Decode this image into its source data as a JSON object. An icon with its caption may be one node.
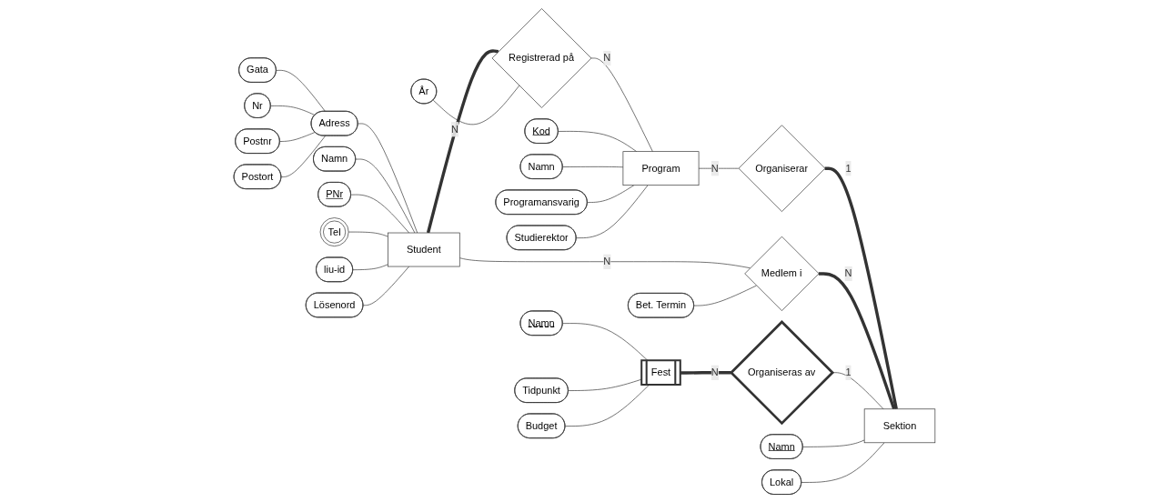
{
  "diagram": {
    "nodes": [
      {
        "text": [
          "Gata"
        ]
      },
      {
        "text": [
          "Namn"
        ]
      },
      {
        "text": [
          "PNr"
        ]
      },
      {
        "text": [
          "Tel"
        ]
      },
      {
        "text": [
          "År"
        ]
      },
      {
        "text": [
          "Kod"
        ]
      },
      {
        "text": [
          "Namn"
        ]
      },
      {
        "text": [
          "Nr"
        ]
      },
      {
        "text": [
          "Adress"
        ]
      },
      {
        "text": [
          "Student"
        ]
      },
      {
        "text": [
          "Registrerad på"
        ]
      },
      {
        "text": [
          "Program"
        ]
      },
      {
        "text": [
          "Programansvarig"
        ]
      },
      {
        "text": [
          "Postnr"
        ]
      },
      {
        "text": [
          "Postort"
        ]
      },
      {
        "text": [
          "Studierektor"
        ]
      },
      {
        "text": [
          "liu-id"
        ]
      },
      {
        "text": [
          "Lösenord"
        ]
      },
      {
        "text": [
          "Medlem i"
        ]
      },
      {
        "text": [
          "Bet. Termin"
        ]
      },
      {
        "text": [
          "Organiserar"
        ]
      },
      {
        "text": [
          "Namn"
        ]
      },
      {
        "text": [
          "Fest"
        ]
      },
      {
        "text": [
          "Organiseras av"
        ]
      },
      {
        "text": [
          "Sektion"
        ]
      },
      {
        "text": [
          "Namn"
        ]
      },
      {
        "text": [
          "Tidpunkt"
        ]
      },
      {
        "text": [
          "Lokal"
        ]
      },
      {
        "text": [
          "Budget"
        ]
      }
    ],
    "edges": [
      {
        "from": 0,
        "to": 8,
        "arrow": "none"
      },
      {
        "from": 7,
        "to": 8,
        "arrow": "none"
      },
      {
        "from": 13,
        "to": 8,
        "arrow": "none"
      },
      {
        "from": 14,
        "to": 8,
        "arrow": "none"
      },
      {
        "from": 8,
        "to": 9,
        "arrow": "none"
      },
      {
        "from": 1,
        "to": 9,
        "arrow": "none"
      },
      {
        "from": 2,
        "to": 9,
        "arrow": "none"
      },
      {
        "from": 3,
        "to": 9,
        "arrow": "none"
      },
      {
        "from": 16,
        "to": 9,
        "arrow": "none"
      },
      {
        "from": 17,
        "to": 9,
        "arrow": "none"
      },
      {
        "from": 9,
        "to": 10,
        "arrow": "none",
        "label": "N",
        "style": "thick"
      },
      {
        "from": 4,
        "to": 10,
        "arrow": "none"
      },
      {
        "from": 10,
        "to": 11,
        "arrow": "none",
        "label": "N"
      },
      {
        "from": 5,
        "to": 11,
        "arrow": "none"
      },
      {
        "from": 6,
        "to": 11,
        "arrow": "none"
      },
      {
        "from": 12,
        "to": 11,
        "arrow": "none"
      },
      {
        "from": 15,
        "to": 11,
        "arrow": "none"
      },
      {
        "from": 11,
        "to": 20,
        "arrow": "none",
        "label": "N"
      },
      {
        "from": 20,
        "to": 24,
        "arrow": "none",
        "label": "1",
        "style": "thick"
      },
      {
        "from": 9,
        "to": 18,
        "arrow": "none",
        "label": "N"
      },
      {
        "from": 19,
        "to": 18,
        "arrow": "none"
      },
      {
        "from": 18,
        "to": 24,
        "arrow": "none",
        "label": "N",
        "style": "thick"
      },
      {
        "from": 21,
        "to": 22,
        "arrow": "none"
      },
      {
        "from": 26,
        "to": 22,
        "arrow": "none"
      },
      {
        "from": 28,
        "to": 22,
        "arrow": "none"
      },
      {
        "from": 22,
        "to": 23,
        "arrow": "none",
        "label": "N",
        "style": "thick"
      },
      {
        "from": 23,
        "to": 24,
        "arrow": "none",
        "label": "1"
      },
      {
        "from": 25,
        "to": 24,
        "arrow": "none"
      },
      {
        "from": 27,
        "to": 24,
        "arrow": "none"
      }
    ]
  }
}
